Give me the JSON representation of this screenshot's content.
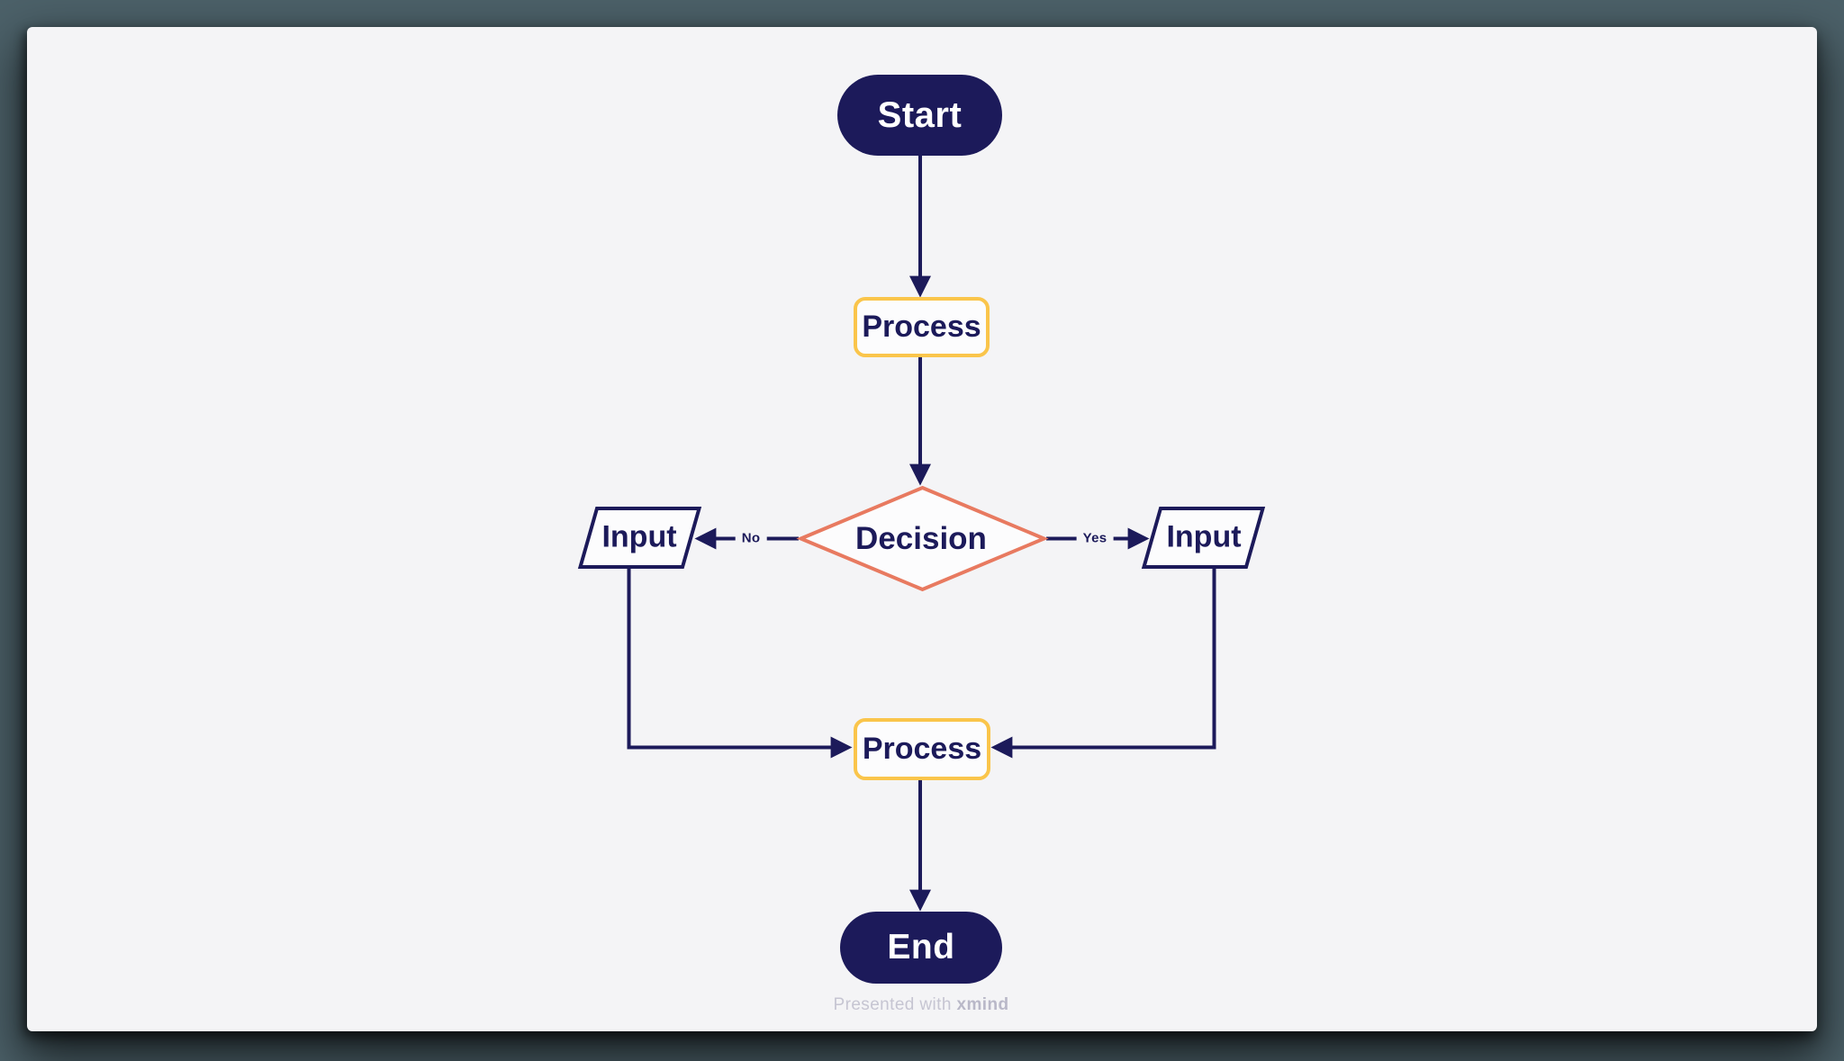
{
  "app": {
    "credit_prefix": "Presented with",
    "credit_brand": "xmind"
  },
  "colors": {
    "page_background": "#4c6169",
    "canvas_background": "#f4f4f6",
    "navy": "#1c1a5a",
    "process_border_yellow": "#fac54b",
    "decision_border_orange": "#e87a60",
    "terminator_text": "#ffffff",
    "credit_gray": "#c6c5d2"
  },
  "flowchart": {
    "nodes": [
      {
        "id": "start",
        "type": "terminator",
        "label": "Start"
      },
      {
        "id": "process-top",
        "type": "process",
        "label": "Process"
      },
      {
        "id": "decision",
        "type": "decision",
        "label": "Decision"
      },
      {
        "id": "input-left",
        "type": "input",
        "label": "Input"
      },
      {
        "id": "input-right",
        "type": "input",
        "label": "Input"
      },
      {
        "id": "process-bottom",
        "type": "process",
        "label": "Process"
      },
      {
        "id": "end",
        "type": "terminator",
        "label": "End"
      }
    ],
    "edges": [
      {
        "from": "start",
        "to": "process-top",
        "label": ""
      },
      {
        "from": "process-top",
        "to": "decision",
        "label": ""
      },
      {
        "from": "decision",
        "to": "input-left",
        "label": "No"
      },
      {
        "from": "decision",
        "to": "input-right",
        "label": "Yes"
      },
      {
        "from": "input-left",
        "to": "process-bottom",
        "label": ""
      },
      {
        "from": "input-right",
        "to": "process-bottom",
        "label": ""
      },
      {
        "from": "process-bottom",
        "to": "end",
        "label": ""
      }
    ]
  }
}
